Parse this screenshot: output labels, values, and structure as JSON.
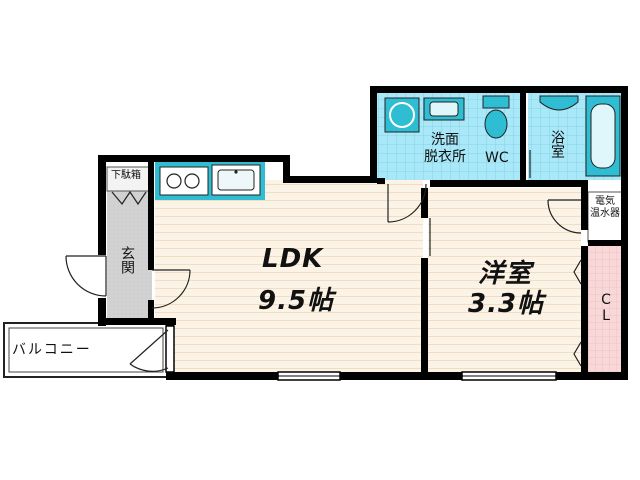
{
  "rooms": {
    "ldk": {
      "name": "LDK",
      "size": "9.5帖"
    },
    "yoshitsu": {
      "name": "洋室",
      "size": "3.3帖"
    },
    "senmen": {
      "name": "洗面\n脱衣所"
    },
    "wc": {
      "name": "WC"
    },
    "yokushitsu": {
      "name": "浴室"
    },
    "genkan": {
      "name": "玄関"
    },
    "balcony": {
      "name": "バルコニー"
    },
    "closet": {
      "name": "CL"
    },
    "getabako": {
      "name": "下駄箱"
    },
    "denki": {
      "name": "電気\n温水器"
    }
  },
  "colors": {
    "floor_wood": "#fbf4e6",
    "floor_line": "#f1dcc4",
    "tile": "#a9e8f8",
    "tile_line": "#7ccde0",
    "teal": "#2fbdd3",
    "closet_pink": "#f7d7d7",
    "genkan_gray": "#d2d2d2",
    "wall": "#000000"
  }
}
